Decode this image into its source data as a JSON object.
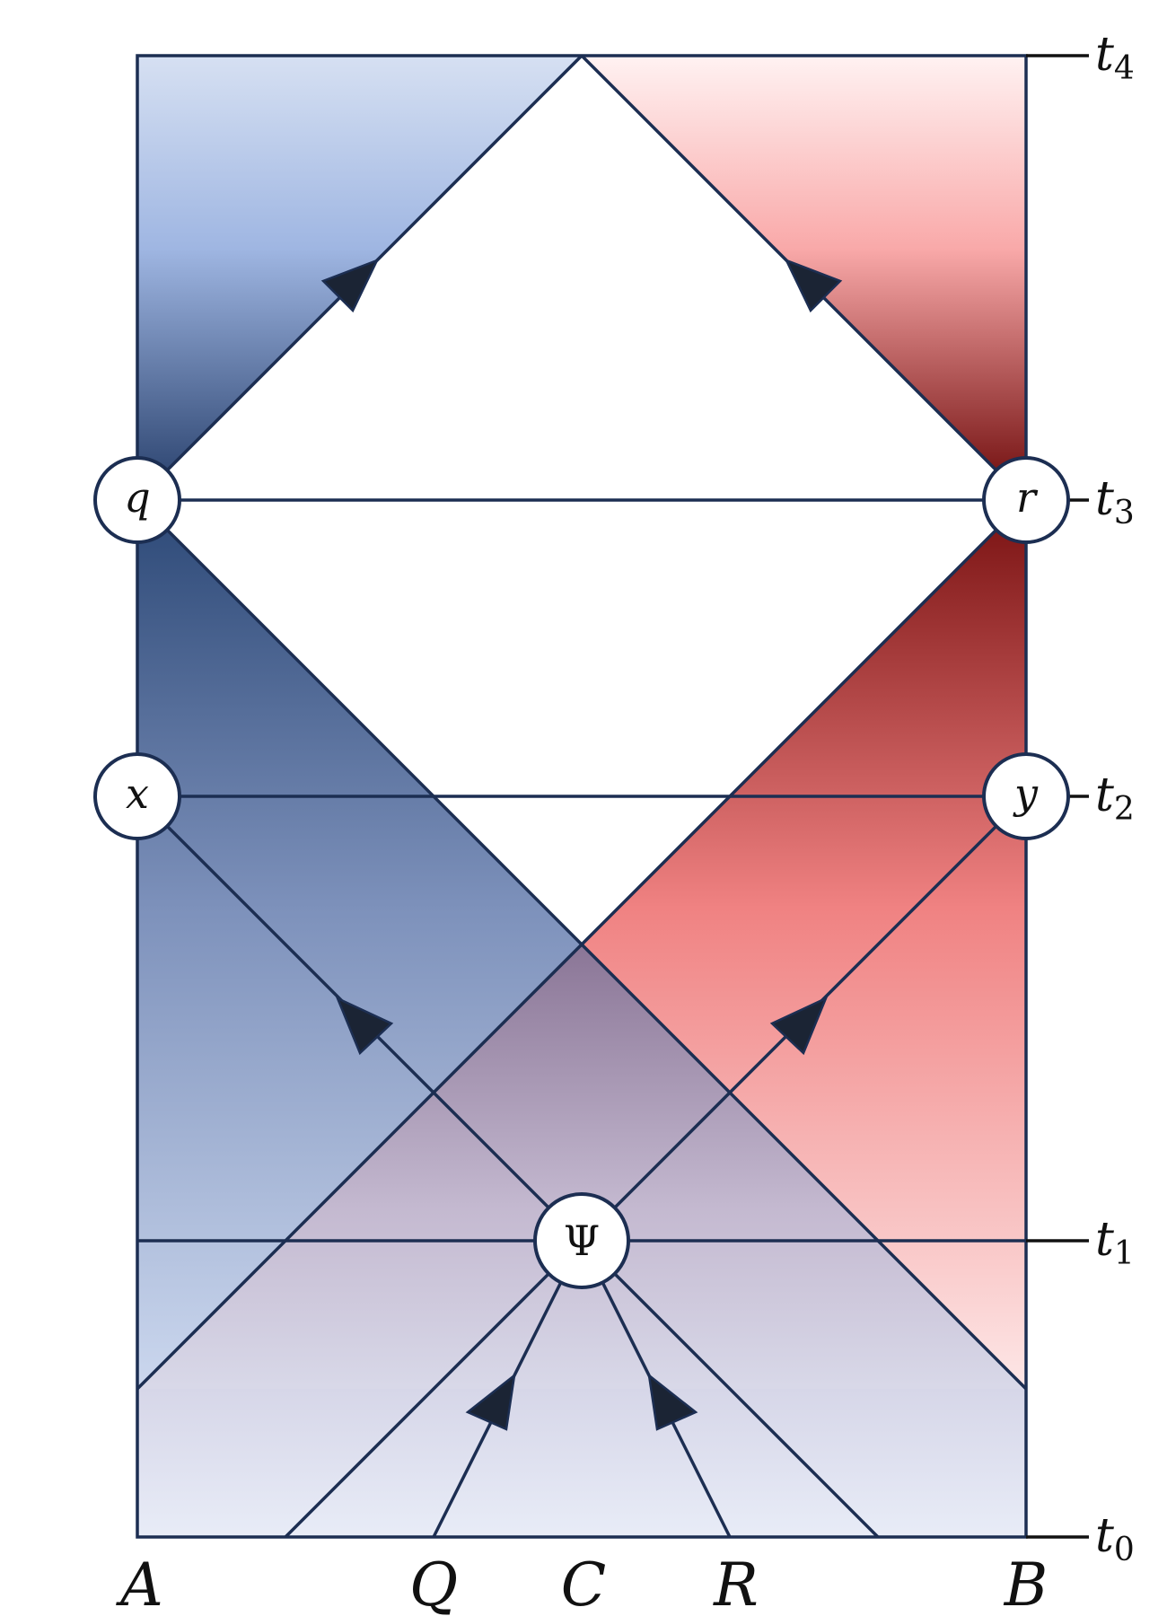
{
  "diagram": {
    "nodes": {
      "q": "q",
      "r": "r",
      "x": "x",
      "y": "y",
      "psi": "Ψ"
    },
    "bottom_labels": {
      "A": "A",
      "Q": "Q",
      "C": "C",
      "R": "R",
      "B": "B"
    },
    "time_labels": [
      {
        "base": "t",
        "sub": "4"
      },
      {
        "base": "t",
        "sub": "3"
      },
      {
        "base": "t",
        "sub": "2"
      },
      {
        "base": "t",
        "sub": "1"
      },
      {
        "base": "t",
        "sub": "0"
      }
    ],
    "colors": {
      "line": "#1c2e52",
      "blue_dark": "#2e4a78",
      "blue_light": "#c9d6ee",
      "red_dark": "#7a1212",
      "red_light": "#fde7e7",
      "purple": "#8c7896",
      "node_fill": "#ffffff",
      "arrow_fill": "#1b2434"
    }
  }
}
